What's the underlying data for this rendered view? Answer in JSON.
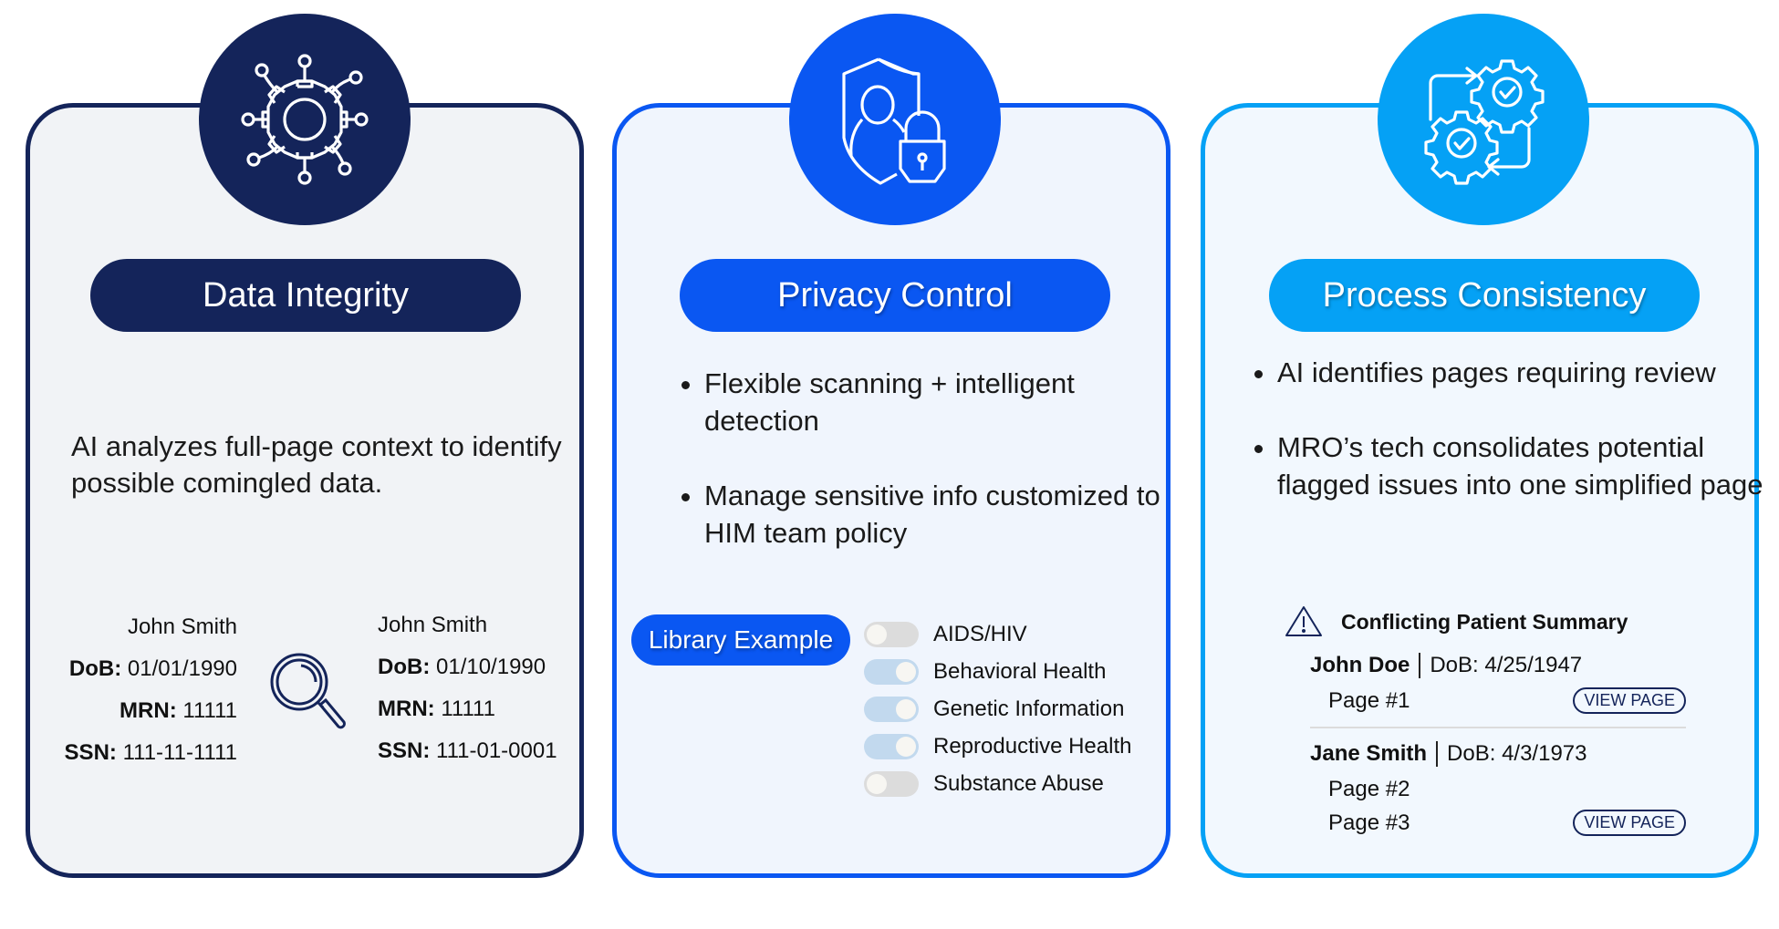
{
  "colors": {
    "navy": "#14245a",
    "blue": "#0a57f2",
    "sky": "#05a1f5"
  },
  "cards": [
    {
      "icon": "gear-network-icon",
      "title": "Data Integrity",
      "description": "AI analyzes full-page context to identify possible comingled data.",
      "records": [
        {
          "name": "John Smith",
          "dob_label": "DoB:",
          "dob": "01/01/1990",
          "mrn_label": "MRN:",
          "mrn": "11111",
          "ssn_label": "SSN:",
          "ssn": "111-11-1111"
        },
        {
          "name": "John Smith",
          "dob_label": "DoB:",
          "dob": "01/10/1990",
          "mrn_label": "MRN:",
          "mrn": "11111",
          "ssn_label": "SSN:",
          "ssn": "111-01-0001"
        }
      ],
      "compare_icon": "magnifying-glass-icon"
    },
    {
      "icon": "shield-user-lock-icon",
      "title": "Privacy Control",
      "bullets": [
        "Flexible scanning + intelligent detection",
        "Manage sensitive info customized to HIM team policy"
      ],
      "library_button": "Library Example",
      "toggles": [
        {
          "label": "AIDS/HIV",
          "on": false
        },
        {
          "label": "Behavioral Health",
          "on": true
        },
        {
          "label": "Genetic Information",
          "on": true
        },
        {
          "label": "Reproductive Health",
          "on": true
        },
        {
          "label": "Substance Abuse",
          "on": false
        }
      ]
    },
    {
      "icon": "gears-cycle-check-icon",
      "title": "Process Consistency",
      "bullets": [
        "AI identifies pages requiring review",
        "MRO’s tech consolidates potential flagged issues into one simplified page"
      ],
      "summary": {
        "icon": "warning-triangle-icon",
        "title": "Conflicting Patient Summary",
        "patients": [
          {
            "name": "John Doe",
            "dob": "DoB: 4/25/1947",
            "pages": [
              "Page #1"
            ]
          },
          {
            "name": "Jane Smith",
            "dob": "DoB: 4/3/1973",
            "pages": [
              "Page #2",
              "Page #3"
            ]
          }
        ],
        "view_button": "VIEW PAGE"
      }
    }
  ]
}
